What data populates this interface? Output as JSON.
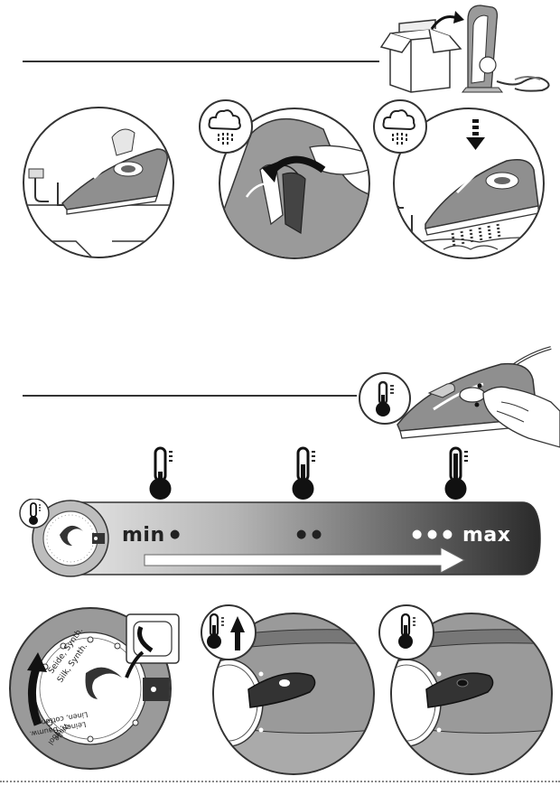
{
  "temperature_scale": {
    "min_label": "min",
    "max_label": "max",
    "levels": [
      {
        "dots": "●"
      },
      {
        "dots": "● ●"
      },
      {
        "dots": "● ● ●"
      }
    ]
  },
  "dial_labels": {
    "line1": "Seide, Synth.",
    "line2": "Silk, Synth.",
    "line3": "Linen, cotton",
    "line4": "Leinen, Baumw.",
    "line5": "Wolle",
    "line6": "Wool"
  }
}
